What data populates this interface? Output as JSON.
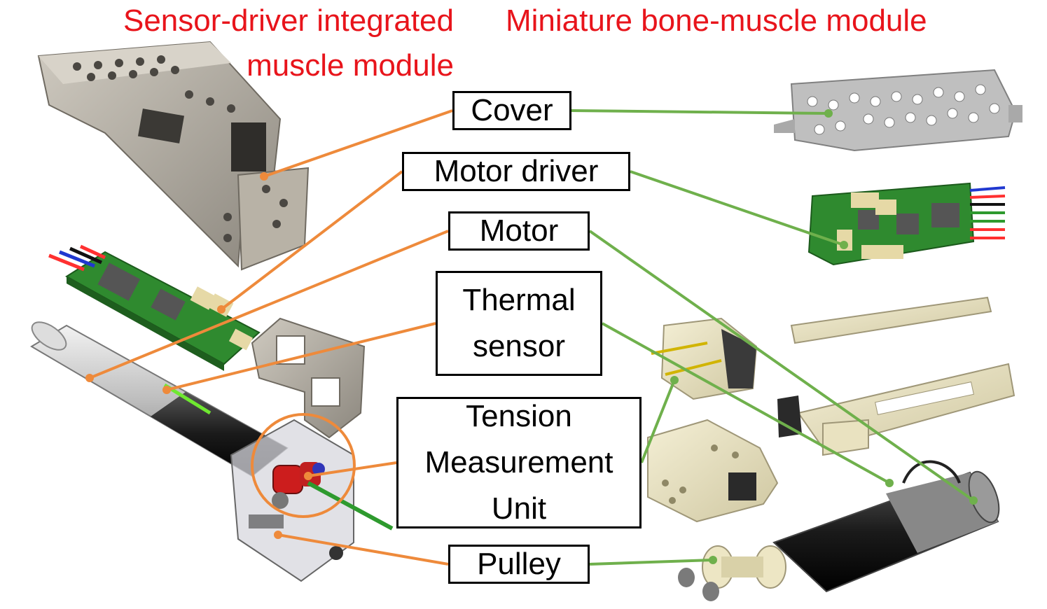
{
  "titles": {
    "left_line1": "Sensor-driver integrated",
    "left_line2": "muscle module",
    "right": "Miniature bone-muscle module"
  },
  "labels": {
    "cover": "Cover",
    "motor_driver": "Motor driver",
    "motor": "Motor",
    "thermal_line1": "Thermal",
    "thermal_line2": "sensor",
    "tmu_line1": "Tension",
    "tmu_line2": "Measurement",
    "tmu_line3": "Unit",
    "pulley": "Pulley"
  },
  "colors": {
    "title": "#e8141b",
    "left_leader": "#ee8a3b",
    "right_leader": "#6fb04c",
    "label_border": "#000000"
  }
}
